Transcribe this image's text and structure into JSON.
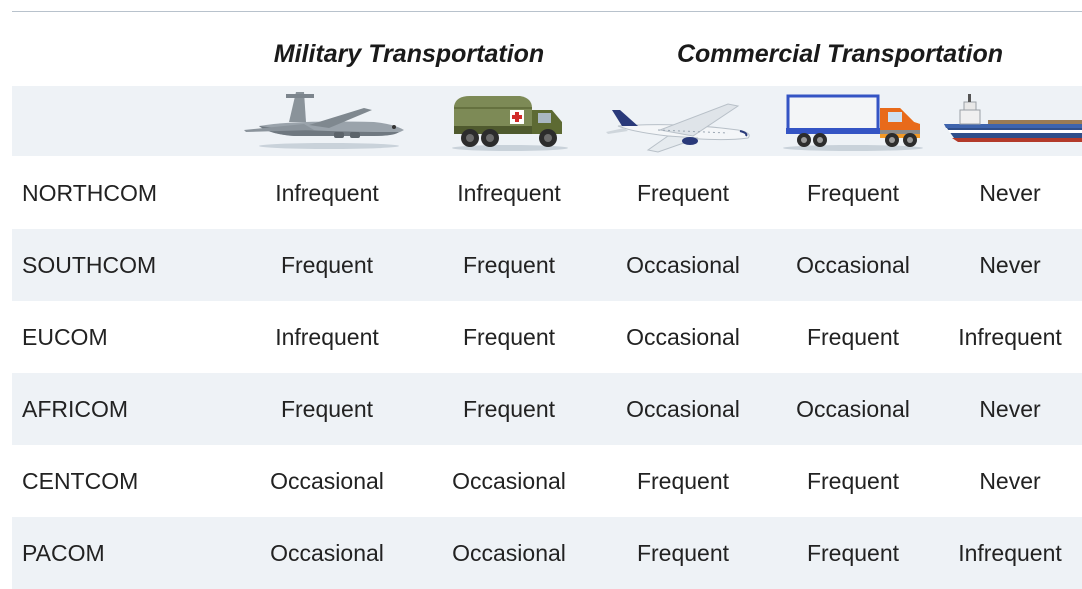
{
  "header": {
    "groups": [
      {
        "label": "Military Transportation"
      },
      {
        "label": "Commercial Transportation"
      }
    ],
    "icons": [
      "cargo-plane-icon",
      "military-truck-icon",
      "airliner-icon",
      "semi-truck-icon",
      "cargo-ship-icon"
    ]
  },
  "table": {
    "rows": [
      {
        "command": "NORTHCOM",
        "values": [
          "Infrequent",
          "Infrequent",
          "Frequent",
          "Frequent",
          "Never"
        ]
      },
      {
        "command": "SOUTHCOM",
        "values": [
          "Frequent",
          "Frequent",
          "Occasional",
          "Occasional",
          "Never"
        ]
      },
      {
        "command": "EUCOM",
        "values": [
          "Infrequent",
          "Frequent",
          "Occasional",
          "Frequent",
          "Infrequent"
        ]
      },
      {
        "command": "AFRICOM",
        "values": [
          "Frequent",
          "Frequent",
          "Occasional",
          "Occasional",
          "Never"
        ]
      },
      {
        "command": "CENTCOM",
        "values": [
          "Occasional",
          "Occasional",
          "Frequent",
          "Frequent",
          "Never"
        ]
      },
      {
        "command": "PACOM",
        "values": [
          "Occasional",
          "Occasional",
          "Frequent",
          "Frequent",
          "Infrequent"
        ]
      }
    ]
  },
  "colors": {
    "stripe": "#eef2f6",
    "rule": "#b8c2cc"
  }
}
